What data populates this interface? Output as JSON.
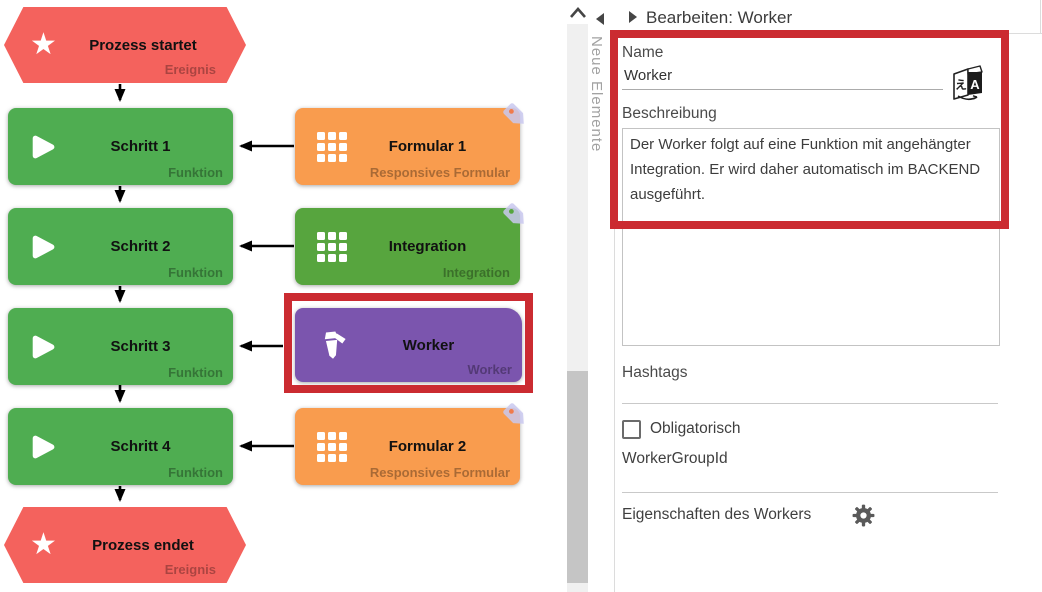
{
  "canvas": {
    "nodes": [
      {
        "title": "Prozess startet",
        "type_label": "Ereignis"
      },
      {
        "title": "Schritt 1",
        "type_label": "Funktion"
      },
      {
        "title": "Formular 1",
        "type_label": "Responsives Formular"
      },
      {
        "title": "Schritt 2",
        "type_label": "Funktion"
      },
      {
        "title": "Integration",
        "type_label": "Integration"
      },
      {
        "title": "Schritt 3",
        "type_label": "Funktion"
      },
      {
        "title": "Worker",
        "type_label": "Worker"
      },
      {
        "title": "Schritt 4",
        "type_label": "Funktion"
      },
      {
        "title": "Formular 2",
        "type_label": "Responsives Formular"
      },
      {
        "title": "Prozess endet",
        "type_label": "Ereignis"
      }
    ]
  },
  "sidebar": {
    "collapsed_panel_label": "Neue Elemente"
  },
  "panel": {
    "title": "Bearbeiten: Worker",
    "name_label": "Name",
    "name_value": "Worker",
    "description_label": "Beschreibung",
    "description_value": "Der Worker folgt auf eine Funktion mit angehängter Integration. Er wird daher automatisch im BACKEND ausgeführt.",
    "hashtags_label": "Hashtags",
    "obligatorisch_label": "Obligatorisch",
    "obligatorisch_checked": false,
    "workergroupid_label": "WorkerGroupId",
    "worker_properties_label": "Eigenschaften des Workers"
  },
  "colors": {
    "event_red": "#f4625d",
    "function_green": "#4fad51",
    "integration_green": "#57a53e",
    "form_orange": "#f99c4e",
    "worker_purple": "#7b55ae",
    "annotation_red": "#cb2b31",
    "tag_lavender": "#c9c8ef"
  }
}
